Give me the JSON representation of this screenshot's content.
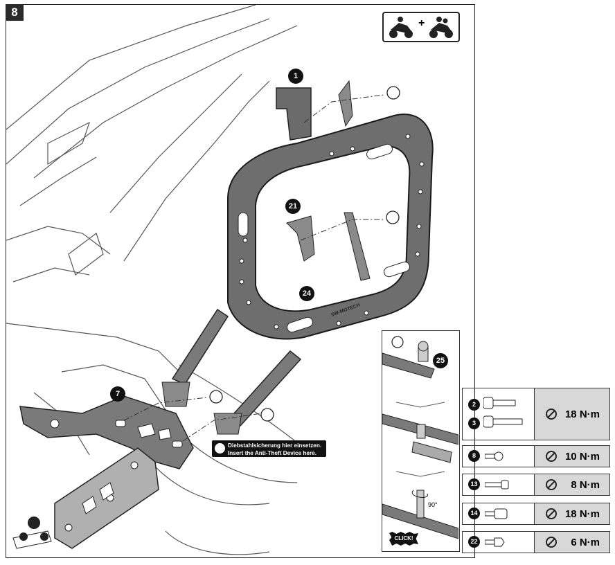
{
  "step": "8",
  "callouts": {
    "c1": "1",
    "c7": "7",
    "c21": "21",
    "c24": "24",
    "c25": "25"
  },
  "brand_text": "SW-MOTECH",
  "anti_theft": {
    "de": "Diebstahlsicherung hier einsetzen.",
    "en": "Insert the Anti-Theft Device here."
  },
  "inset": {
    "click": "CLICK!",
    "angle": "90°"
  },
  "torque": [
    {
      "parts": [
        "2",
        "3"
      ],
      "value": "18 N·m"
    },
    {
      "parts": [
        "8"
      ],
      "value": "10 N·m"
    },
    {
      "parts": [
        "13"
      ],
      "value": "8 N·m"
    },
    {
      "parts": [
        "14"
      ],
      "value": "18 N·m"
    },
    {
      "parts": [
        "22"
      ],
      "value": "6 N·m"
    }
  ],
  "icons": [
    "rider-icon",
    "passenger-icon",
    "torque-wrench-icon",
    "screw-icon",
    "lock-icon"
  ]
}
